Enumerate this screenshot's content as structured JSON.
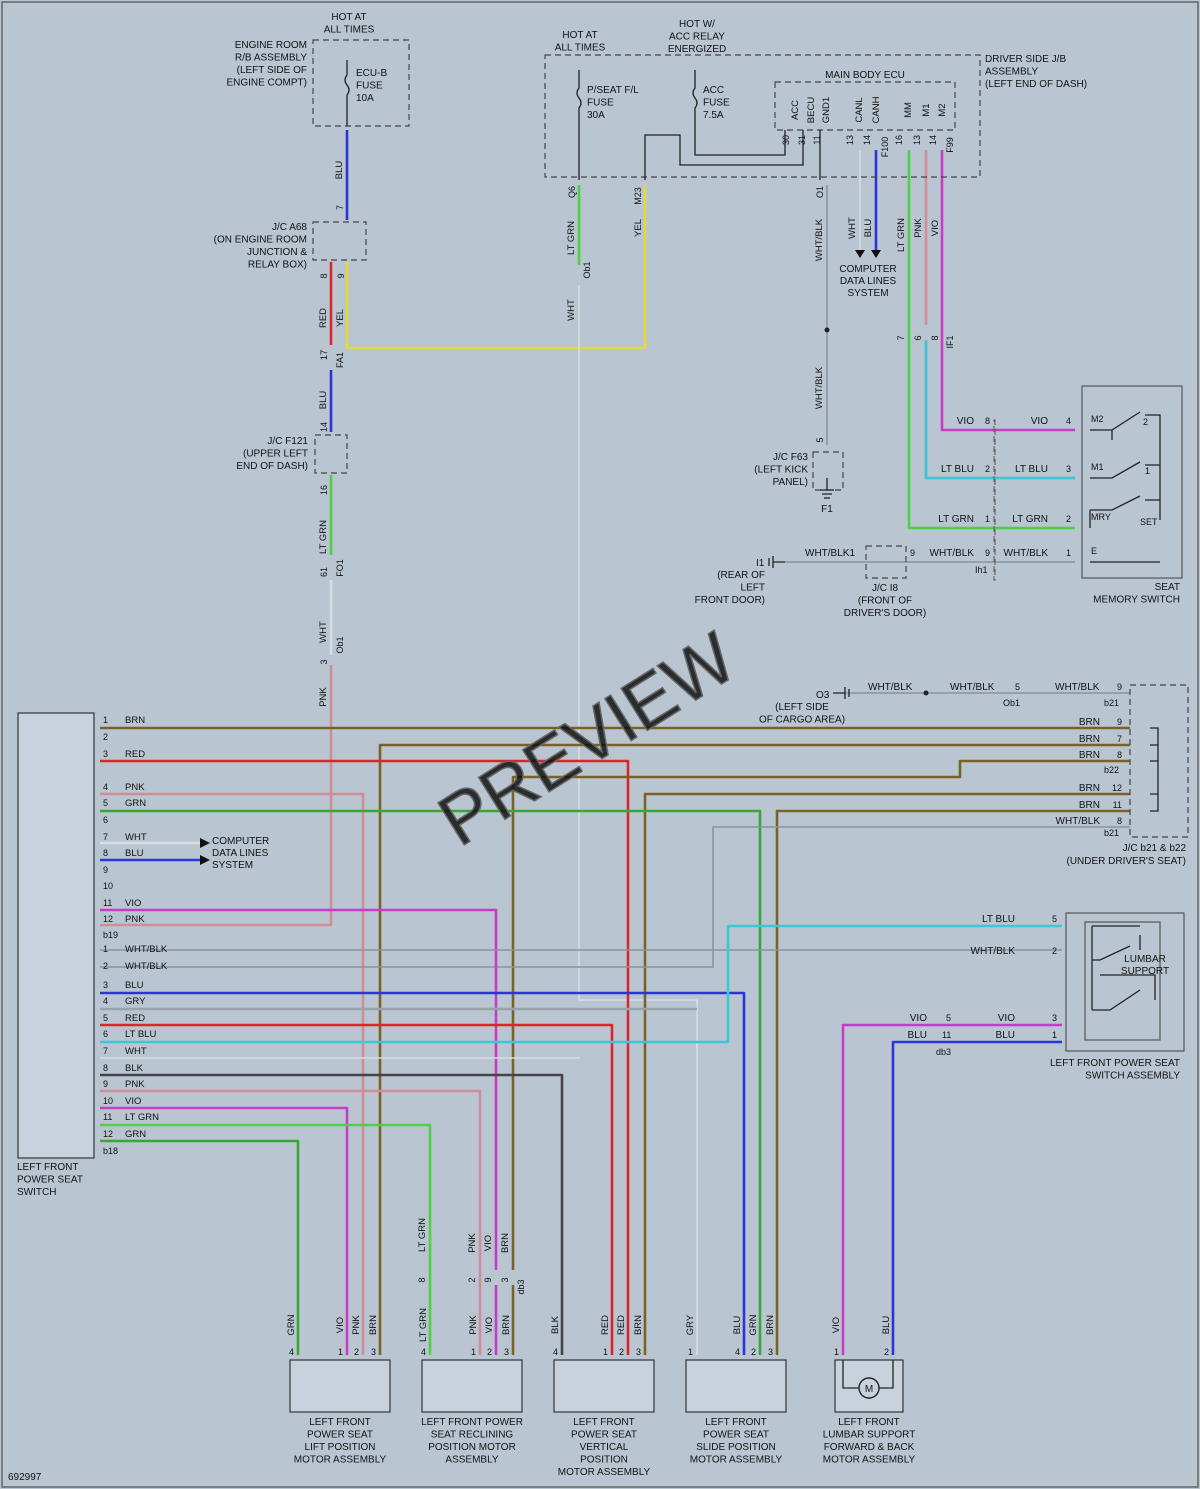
{
  "colors": {
    "background": "#b9c6d1",
    "BLU": "#2b34d6",
    "RED": "#d8262b",
    "YEL": "#e2d93a",
    "LT_GRN": "#4fcf45",
    "GRN": "#37a837",
    "WHT": "#d7dde2",
    "PNK": "#d08c98",
    "VIO": "#c83ac8",
    "LT_BLU": "#3cc6d6",
    "BRN": "#7a6226",
    "BLK": "#444444",
    "GRY": "#9aa3aa",
    "WHT_BLK": "#8a949a"
  },
  "power": {
    "hot_all_times_1": [
      "HOT AT",
      "ALL TIMES"
    ],
    "hot_all_times_2": [
      "HOT AT",
      "ALL TIMES"
    ],
    "hot_acc": [
      "HOT W/",
      "ACC RELAY",
      "ENERGIZED"
    ]
  },
  "engine_room_rb": {
    "label": [
      "ENGINE ROOM",
      "R/B ASSEMBLY",
      "(LEFT SIDE OF",
      "ENGINE COMPT)"
    ],
    "fuse": [
      "ECU-B",
      "FUSE",
      "10A"
    ]
  },
  "driver_jb": {
    "label": [
      "DRIVER SIDE J/B",
      "ASSEMBLY",
      "(LEFT END OF DASH)"
    ],
    "fuse_pseat": [
      "P/SEAT F/L",
      "FUSE",
      "30A"
    ],
    "fuse_acc": [
      "ACC",
      "FUSE",
      "7.5A"
    ],
    "ecu_label": "MAIN BODY ECU",
    "ecu_terms": [
      "ACC",
      "BECU",
      "GND1",
      "CANL",
      "CANH",
      "MM",
      "M1",
      "M2"
    ],
    "ecu_pins": [
      "30",
      "31",
      "11",
      "13",
      "14",
      "16",
      "13",
      "14"
    ],
    "connectors": [
      "F100",
      "F99"
    ],
    "out_pins": [
      "Q6",
      "M23",
      "O1"
    ]
  },
  "jc_a68": {
    "label": [
      "J/C A68",
      "(ON ENGINE ROOM",
      "JUNCTION &",
      "RELAY BOX)"
    ],
    "pins": [
      "7",
      "8",
      "9"
    ]
  },
  "jc_f121": {
    "label": [
      "J/C F121",
      "(UPPER LEFT",
      "END OF DASH)"
    ],
    "pins": [
      "14",
      "16"
    ]
  },
  "jc_f63": {
    "label": [
      "J/C F63",
      "(LEFT KICK",
      "PANEL)"
    ],
    "pin": "5",
    "ground": "F1"
  },
  "jc_i8": {
    "label": [
      "J/C I8",
      "(FRONT OF",
      "DRIVER'S DOOR)"
    ],
    "pin": "9"
  },
  "ground_i1": {
    "id": "I1",
    "label": [
      "(REAR OF",
      "LEFT",
      "FRONT DOOR)"
    ]
  },
  "ground_o3": {
    "id": "O3",
    "label": [
      "(LEFT SIDE",
      "OF CARGO AREA)"
    ]
  },
  "jc_b21_b22": {
    "label": [
      "J/C b21 & b22",
      "(UNDER DRIVER'S SEAT)"
    ],
    "conn_a": "b21",
    "conn_b": "b22"
  },
  "computer_data": [
    "COMPUTER",
    "DATA LINES",
    "SYSTEM"
  ],
  "wire_labels": {
    "BLU": "BLU",
    "RED": "RED",
    "YEL": "YEL",
    "LT_GRN": "LT GRN",
    "WHT": "WHT",
    "PNK": "PNK",
    "VIO": "VIO",
    "LT_BLU": "LT BLU",
    "WHT_BLK": "WHT/BLK",
    "WHT_BLK1": "WHT/BLK1",
    "BRN": "BRN",
    "GRN": "GRN",
    "BLK": "BLK",
    "GRY": "GRY"
  },
  "conn_codes": {
    "FA1": "FA1",
    "FO1": "FO1",
    "Ob1": "Ob1",
    "IF1": "IF1",
    "Ih1": "Ih1",
    "db3": "db3"
  },
  "seat_memory_switch": {
    "label": [
      "SEAT",
      "MEMORY SWITCH"
    ],
    "terms": [
      "M2",
      "M1",
      "MRY",
      "E"
    ],
    "pins": [
      "4",
      "3",
      "2",
      "1"
    ],
    "contacts": [
      "2",
      "1",
      "SET"
    ]
  },
  "power_seat_switch": {
    "label": [
      "LEFT FRONT",
      "POWER SEAT",
      "SWITCH"
    ],
    "conn_a": "b19",
    "conn_b": "b18",
    "rows_a": [
      {
        "pin": "1",
        "color": "BRN"
      },
      {
        "pin": "2",
        "color": ""
      },
      {
        "pin": "3",
        "color": "RED"
      },
      {
        "pin": "4",
        "color": "PNK"
      },
      {
        "pin": "5",
        "color": "GRN"
      },
      {
        "pin": "6",
        "color": ""
      },
      {
        "pin": "7",
        "color": "WHT"
      },
      {
        "pin": "8",
        "color": "BLU"
      },
      {
        "pin": "9",
        "color": ""
      },
      {
        "pin": "10",
        "color": ""
      },
      {
        "pin": "11",
        "color": "VIO"
      },
      {
        "pin": "12",
        "color": "PNK"
      }
    ],
    "rows_b": [
      {
        "pin": "1",
        "color": "WHT/BLK"
      },
      {
        "pin": "2",
        "color": "WHT/BLK"
      },
      {
        "pin": "3",
        "color": "BLU"
      },
      {
        "pin": "4",
        "color": "GRY"
      },
      {
        "pin": "5",
        "color": "RED"
      },
      {
        "pin": "6",
        "color": "LT BLU"
      },
      {
        "pin": "7",
        "color": "WHT"
      },
      {
        "pin": "8",
        "color": "BLK"
      },
      {
        "pin": "9",
        "color": "PNK"
      },
      {
        "pin": "10",
        "color": "VIO"
      },
      {
        "pin": "11",
        "color": "LT GRN"
      },
      {
        "pin": "12",
        "color": "GRN"
      }
    ]
  },
  "lumbar_switch": {
    "label": [
      "LEFT FRONT POWER SEAT",
      "SWITCH ASSEMBLY"
    ],
    "inner": [
      "LUMBAR",
      "SUPPORT"
    ],
    "pins": [
      "5",
      "2",
      "3",
      "1"
    ]
  },
  "motors": [
    {
      "label": [
        "LEFT FRONT",
        "POWER SEAT",
        "LIFT POSITION",
        "MOTOR ASSEMBLY"
      ],
      "pins": [
        "4",
        "1",
        "2",
        "3"
      ],
      "wires": [
        "GRN",
        "VIO",
        "PNK",
        "BRN"
      ]
    },
    {
      "label": [
        "LEFT FRONT POWER",
        "SEAT RECLINING",
        "POSITION MOTOR",
        "ASSEMBLY"
      ],
      "pins": [
        "4",
        "1",
        "2",
        "3"
      ],
      "wires": [
        "LT GRN",
        "PNK",
        "VIO",
        "BRN"
      ]
    },
    {
      "label": [
        "LEFT FRONT",
        "POWER SEAT",
        "VERTICAL",
        "POSITION",
        "MOTOR ASSEMBLY"
      ],
      "pins": [
        "4",
        "1",
        "2",
        "3"
      ],
      "wires": [
        "BLK",
        "RED",
        "RED",
        "BRN"
      ]
    },
    {
      "label": [
        "LEFT FRONT",
        "POWER SEAT",
        "SLIDE POSITION",
        "MOTOR ASSEMBLY"
      ],
      "pins": [
        "1",
        "4",
        "2",
        "3"
      ],
      "wires": [
        "GRY",
        "BLU",
        "GRN",
        "BRN"
      ]
    },
    {
      "label": [
        "LEFT FRONT",
        "LUMBAR SUPPORT",
        "FORWARD & BACK",
        "MOTOR ASSEMBLY"
      ],
      "pins": [
        "1",
        "2"
      ],
      "wires": [
        "VIO",
        "BLU"
      ],
      "symbol": "M"
    }
  ],
  "watermark": "PREVIEW",
  "diagram_id": "692997"
}
